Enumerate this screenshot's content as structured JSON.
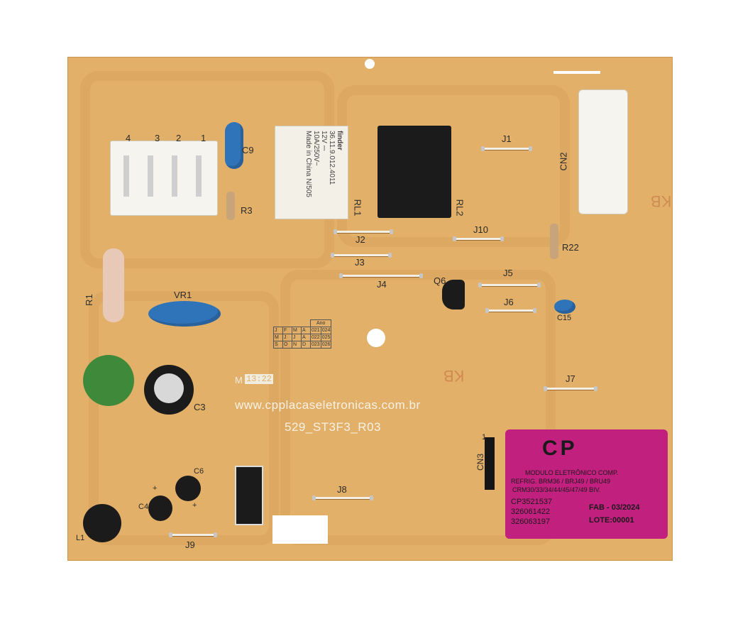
{
  "board": {
    "url": "www.cpplacaseletronicas.com.br",
    "model_code": "529_ST3F3_R03",
    "date_mark_prefix": "M",
    "date_mark_box": "13:22"
  },
  "silkscreen": {
    "connector_pins": [
      "4",
      "3",
      "2",
      "1"
    ],
    "cn2": "CN2",
    "cn3": "CN3",
    "c9": "C9",
    "r3": "R3",
    "rl1": "RL1",
    "rl2": "RL2",
    "r1": "R1",
    "vr1": "VR1",
    "c3": "C3",
    "c4": "C4",
    "c6": "C6",
    "l1": "L1",
    "q6": "Q6",
    "r22": "R22",
    "c15": "C15",
    "kb1": "KB",
    "kb2": "KB",
    "plus1": "+",
    "plus2": "+",
    "j1": "J1",
    "j2": "J2",
    "j3": "J3",
    "j4": "J4",
    "j5": "J5",
    "j6": "J6",
    "j7": "J7",
    "j8": "J8",
    "j9": "J9",
    "j10": "J10",
    "cn3_pin1": "1"
  },
  "date_table": {
    "header": "Ano",
    "rows": [
      [
        "J",
        "F",
        "M",
        "A",
        "021",
        "024"
      ],
      [
        "M",
        "J",
        "J",
        "A",
        "022",
        "025"
      ],
      [
        "S",
        "O",
        "N",
        "D",
        "023",
        "026"
      ]
    ]
  },
  "relay1": {
    "brand": "finder",
    "lines": [
      "36.11.9.012.4011",
      "12V ⎓",
      "10A/250V~",
      "Made in China  N/505"
    ]
  },
  "sticker": {
    "logo": "CP",
    "line1": "MODULO ELETRÔNICO COMP.",
    "line2": "REFRIG. BRM36 / BRJ49 / BRU49",
    "line3": "CRM30/33/34/44/45/47/49  BIV.",
    "part1": "CP3521537",
    "fab": "FAB - 03/2024",
    "part2": "326061422",
    "lote": "LOTE:00001",
    "part3": "326063197"
  },
  "colors": {
    "pcb": "#e2b069",
    "sticker": "#c2207f",
    "capacitor_blue": "#2f73b8"
  }
}
